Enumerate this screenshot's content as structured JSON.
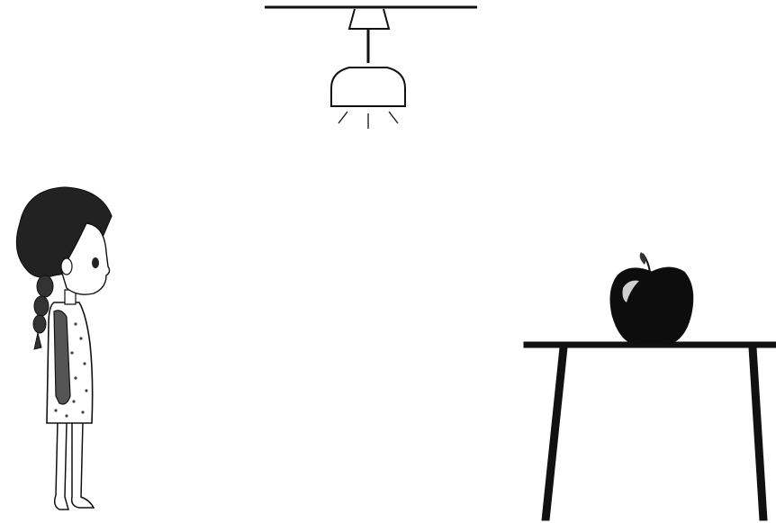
{
  "scene": {
    "objects": [
      "ceiling-lamp",
      "girl",
      "table",
      "apple"
    ],
    "colors": {
      "background": "#ffffff",
      "ink": "#111111",
      "hair": "#222222",
      "apple": "#0d0d0d",
      "apple_highlight": "#f2f2f2",
      "dress_pattern": "#444444"
    }
  }
}
